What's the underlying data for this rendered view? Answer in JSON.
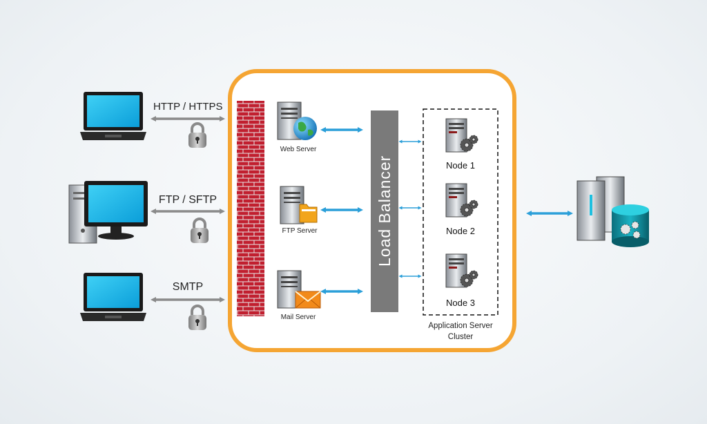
{
  "clients": [
    {
      "protocol": "HTTP / HTTPS",
      "device": "laptop"
    },
    {
      "protocol": "FTP / SFTP",
      "device": "desktop"
    },
    {
      "protocol": "SMTP",
      "device": "laptop"
    }
  ],
  "servers": [
    {
      "label": "Web Server",
      "icon": "globe-icon"
    },
    {
      "label": "FTP Server",
      "icon": "folder-icon"
    },
    {
      "label": "Mail Server",
      "icon": "envelope-icon"
    }
  ],
  "load_balancer": {
    "label": "Load Balancer"
  },
  "cluster": {
    "nodes": [
      "Node 1",
      "Node 2",
      "Node 3"
    ],
    "label_line1": "Application Server",
    "label_line2": "Cluster"
  },
  "colors": {
    "container_border": "#f5a533",
    "firewall": "#b91c2c",
    "arrow_blue": "#2b9fd9",
    "arrow_gray": "#8a8a8a",
    "load_balancer": "#7a7a7a"
  }
}
